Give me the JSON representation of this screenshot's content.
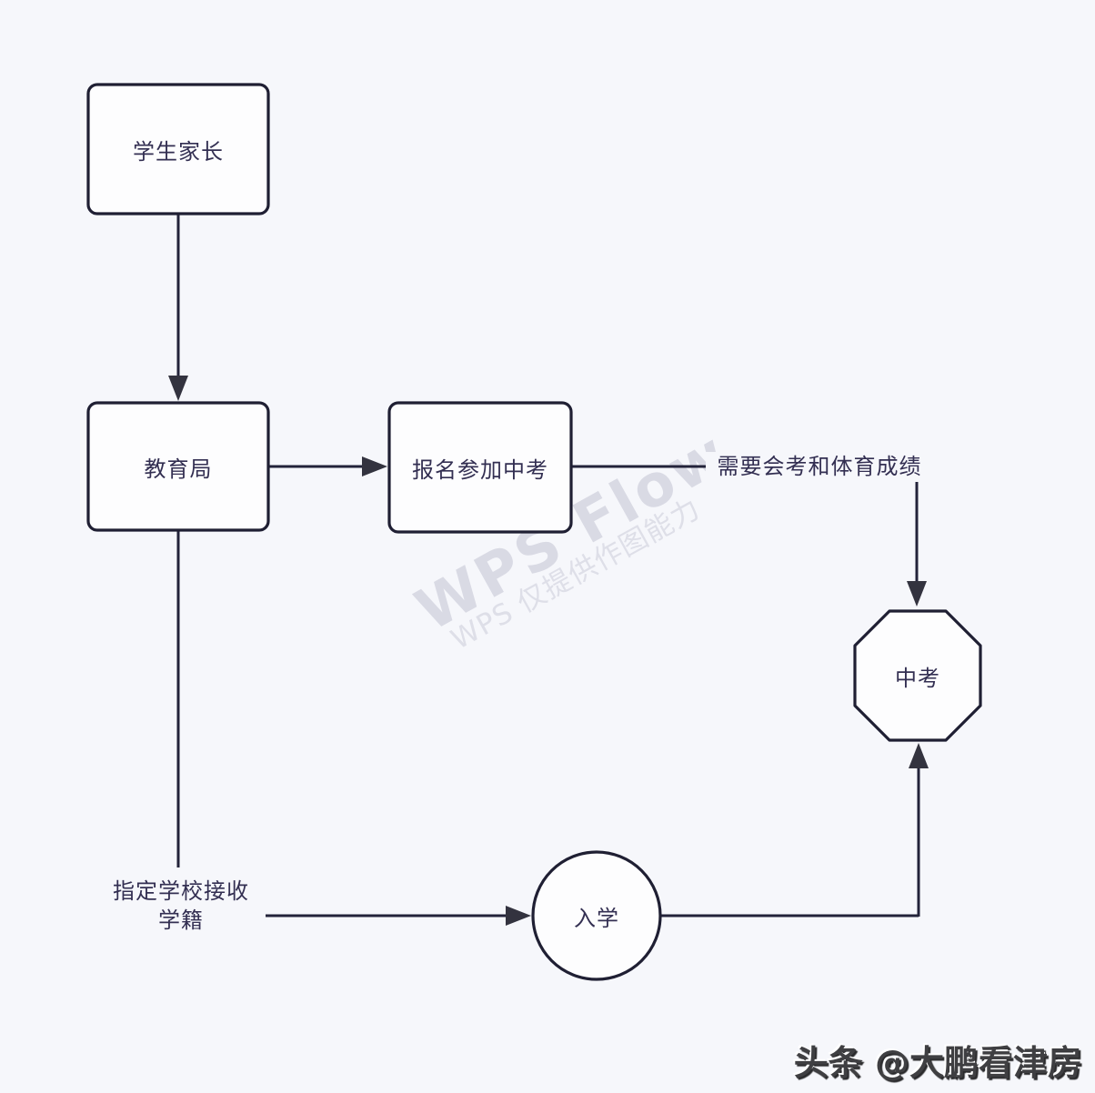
{
  "page": {
    "background_color": "#f6f7fb",
    "line_color": "#23233a",
    "node_fill_color": "#fdfdfe",
    "node_text_color": "#332f52"
  },
  "diagram": {
    "nodes": [
      {
        "id": "parents",
        "shape": "rectangle",
        "label": "学生家长"
      },
      {
        "id": "bureau",
        "shape": "rectangle",
        "label": "教育局"
      },
      {
        "id": "register",
        "shape": "rectangle",
        "label": "报名参加中考"
      },
      {
        "id": "zhongkao",
        "shape": "octagon",
        "label": "中考"
      },
      {
        "id": "enroll",
        "shape": "circle",
        "label": "入学"
      }
    ],
    "edges": [
      {
        "from": "parents",
        "to": "bureau",
        "label": ""
      },
      {
        "from": "bureau",
        "to": "register",
        "label": ""
      },
      {
        "from": "register",
        "to": "zhongkao",
        "label": "需要会考和体育成绩"
      },
      {
        "from": "bureau",
        "to": "enroll",
        "label_lines": [
          "指定学校接收",
          "学籍"
        ]
      },
      {
        "from": "enroll",
        "to": "zhongkao",
        "label": ""
      }
    ],
    "edge_label_register_zhongkao": "需要会考和体育成绩",
    "edge_label_bureau_enroll": {
      "lines": [
        "指定学校接收",
        "学籍"
      ]
    }
  },
  "watermarks": {
    "wps_large": "WPS Flow",
    "wps_small": "WPS 仅提供作图能力",
    "credit": "头条 @大鹏看津房"
  }
}
